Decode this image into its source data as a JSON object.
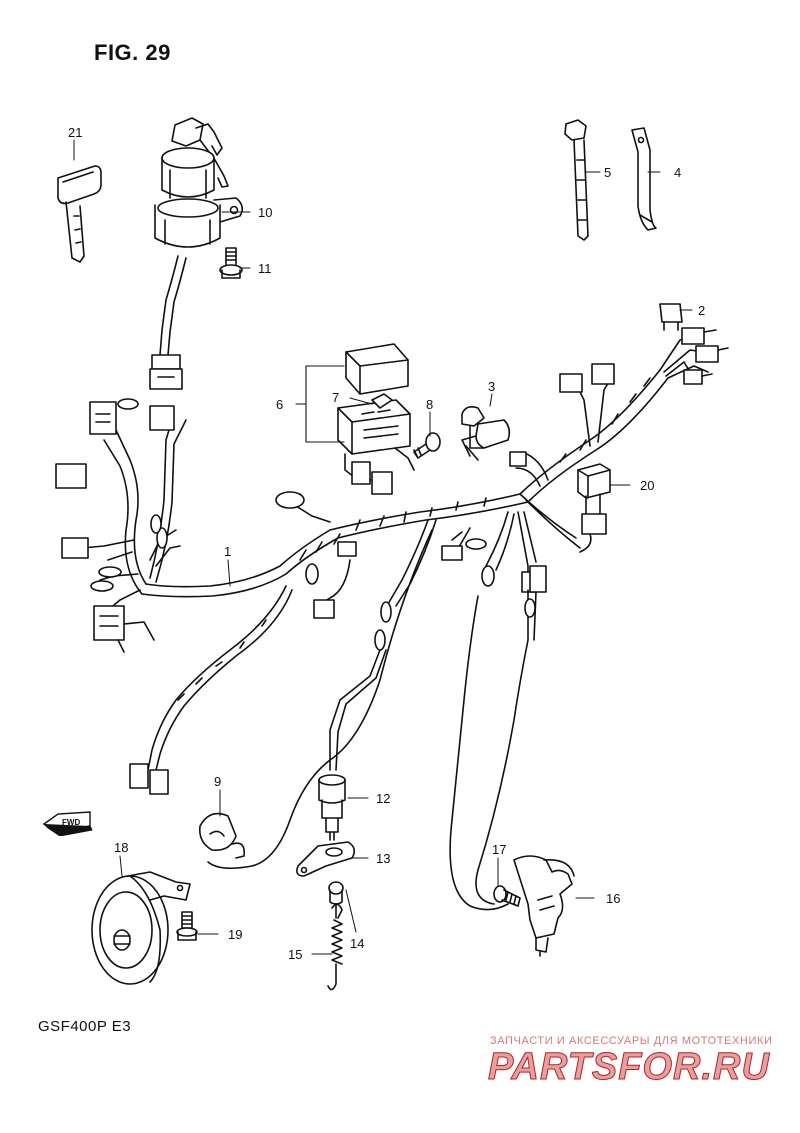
{
  "figure": {
    "title": "FIG. 29"
  },
  "model": "GSF400P  E3",
  "fwd_badge": "FWD",
  "watermark": {
    "subtitle": "ЗАПЧАСТИ И АКСЕССУАРЫ ДЛЯ МОТОТЕХНИКИ",
    "logo": "PARTSFOR.RU"
  },
  "callouts": [
    "1",
    "2",
    "3",
    "4",
    "5",
    "6",
    "7",
    "8",
    "9",
    "10",
    "11",
    "12",
    "13",
    "14",
    "15",
    "16",
    "17",
    "18",
    "19",
    "20",
    "21"
  ]
}
